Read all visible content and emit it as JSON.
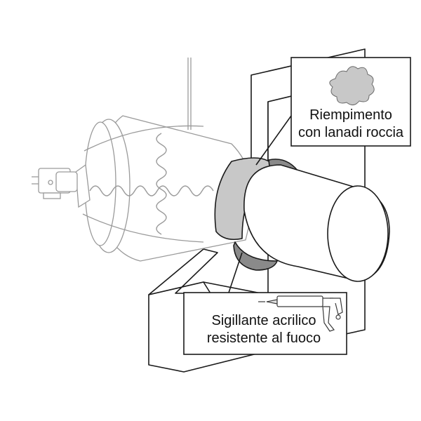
{
  "callouts": {
    "rock_wool": {
      "line1": "Riempimento",
      "line2": "con lanadi roccia"
    },
    "sealant": {
      "line1": "Sigillante acrilico",
      "line2": "resistente al fuoco"
    }
  },
  "colors": {
    "outline": "#1a1a1a",
    "light_outline": "#9a9a9a",
    "wool_fill": "#c8c8c8",
    "sealant_fill": "#8a8a8a",
    "background": "#ffffff"
  },
  "icons": [
    "rock-wool-icon",
    "caulking-gun-icon"
  ]
}
